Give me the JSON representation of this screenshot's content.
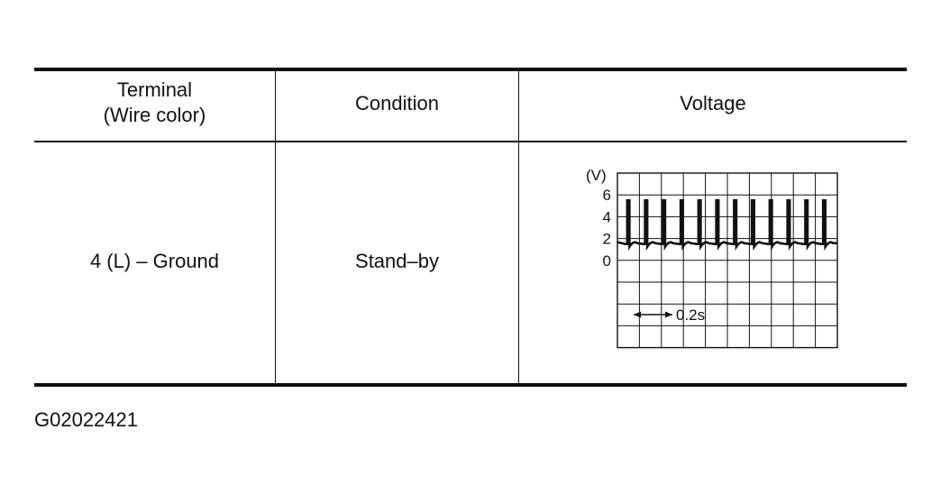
{
  "table": {
    "headers": {
      "terminal_line1": "Terminal",
      "terminal_line2": "(Wire color)",
      "condition": "Condition",
      "voltage": "Voltage"
    },
    "row": {
      "terminal": "4 (L) –  Ground",
      "condition": "Stand–by"
    }
  },
  "waveform": {
    "y_unit_label": "(V)",
    "y_ticks": [
      "6",
      "4",
      "2",
      "0"
    ],
    "y_tick_values": [
      6,
      4,
      2,
      0
    ],
    "time_scale_label": "0.2s",
    "pulse_count": 12,
    "baseline_v": 1.5,
    "peak_v": 5.5,
    "grid_columns": 10,
    "grid_rows": 8,
    "volts_per_division": 2
  },
  "footer": {
    "figure_code": "G02022421"
  }
}
